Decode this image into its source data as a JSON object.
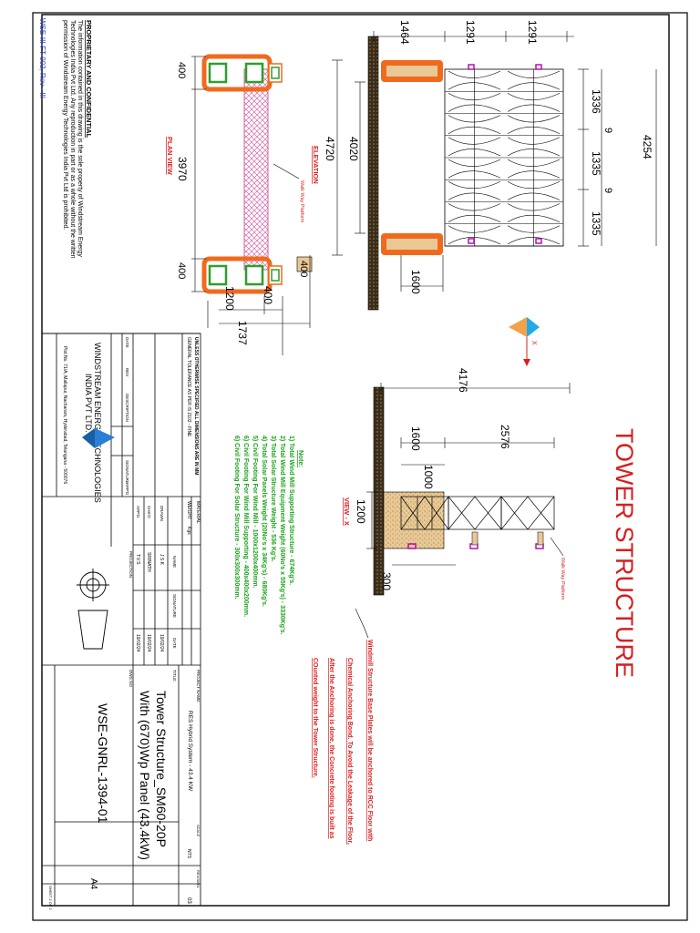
{
  "drawing": {
    "revision_tag": "WSE-III-FT-002, Rev - III",
    "proprietary_heading": "PROPRIETARY AND CONFIDENTIAL",
    "proprietary_text": [
      "The information contained in this drawing is the sole property of Windstream Energy",
      "Technologies India Pvt Ltd. Any reproduction in part or as a whole without the written",
      "permission of Windstream Energy Technologies India Pvt Ltd is prohibited."
    ],
    "title": "TOWER STRUCTURE",
    "views": {
      "plan": "PLAN VIEW",
      "elevation": "ELEVATION",
      "view_x": "VIEW - X",
      "walkway": "Walk Way Platform",
      "walkway2": "Walk Way Platform",
      "axis_x": "X"
    },
    "plan_dims": {
      "d400a": "400",
      "d3970": "3970",
      "d400b": "400",
      "d1200": "1200",
      "d400c": "400",
      "d1737": "1737",
      "d400d": "400"
    },
    "elev_dims": {
      "d1464": "1464",
      "d1291a": "1291",
      "d1291b": "1291",
      "d1336": "1336",
      "d9a": "9",
      "d1335a": "1335",
      "d9b": "9",
      "d1335b": "1335",
      "d4254": "4254",
      "d4720": "4720",
      "d4020": "4020",
      "d1600": "1600"
    },
    "viewx_dims": {
      "d4176": "4176",
      "d1600": "1600",
      "d1000": "1000",
      "d2576": "2576",
      "d1200": "1200",
      "d300": "300"
    },
    "notes": {
      "heading": "Note:",
      "items": [
        "1)  Total Wind Mill Supporting Structure - 674Kg's.",
        "2)  Total Wind Mill Equipment Weight (60No's x 55Kg's) - 3330Kg's.",
        "3)  Total Solar Structure Weight - 536 Kg's.",
        "4)  Total Solar Panels Weight (20No's x 34Kg's) - 680Kg's.",
        "5)  Civil Footing For Wind Mill - 1000x1200x400mm.",
        "6)  Civil Footing For Wind Mill Supporting - 400x400x200mm.",
        "6)  Civil Footing For Solar Structure - 300x300x300mm."
      ]
    },
    "anchor_notes": [
      "Windmill Structure Base Plates will be anchored to RCC Floor with",
      "Chemical Anchoring Bond. To Avoid the Leakage of the Floor,",
      "After the Anchoring is done, the Concrete footing is built as",
      "COunted weight to the Tower Structure."
    ],
    "title_block": {
      "unless_note": "UNLESS OTHERWISE SPECIFIED ALL DIMENSIONS ARE IN MM",
      "general_note": "GENERAL TOLERANCE AS PER IS 2102 - FINE",
      "material_label": "MATERIAL",
      "weight_label": "WEIGHT",
      "weight_value": "Kgs",
      "company_name": "WINDSTREAM ENERGY TECHNOLOGIES",
      "company_name2": "INDIA PVT LTD.",
      "company_address": "Plot No. 71/A, Mallapur, Nacharam, Hyderabad, Telangana - 500076",
      "col_date": "DATE",
      "col_rev": "REV",
      "col_description": "DESCRIPTION",
      "col_signature": "SIGNATURE",
      "col_appd": "APP'D",
      "name_label": "NAME",
      "signature_label": "SIGNATURE",
      "date_label": "DATE",
      "drawn_label": "DRAWN",
      "chkd_label": "CHK'D",
      "appd_label": "APP'D",
      "drawn_name": "J S K",
      "chkd_name": "SRINATH",
      "appd_name": "T.V.S",
      "drawn_date": "19/02/24",
      "chkd_date": "19/02/24",
      "appd_date": "19/02/24",
      "projection_label": "PROJECTION",
      "project_label": "PROJECT NAME:",
      "project_name": "RES Hybrid System - 43.4 KW",
      "title_label": "TITLE:",
      "title_line1": "Tower Structure_SM60-20P",
      "title_line2": "With (670)Wp Panel (43.4kW)",
      "dwg_label": "DWG NO",
      "dwg_no": "WSE-GNRL-1394-01",
      "revision_label": "REVISION",
      "revision_value": "03",
      "size_value": "A4",
      "scale_label": "SCALE",
      "scale_value": "NTS",
      "sheet_label": "SHEET 2 OF 2"
    }
  },
  "colors": {
    "ink": "#000000",
    "footing": "#f06a1e",
    "red_text": "#d81e1e",
    "green_text": "#1aa31a",
    "concrete": "#e8c995",
    "magenta": "#b000b0",
    "green_block": "#2e9e2e",
    "axis_cyan": "#23a9e6",
    "axis_orange": "#f3a24a"
  }
}
